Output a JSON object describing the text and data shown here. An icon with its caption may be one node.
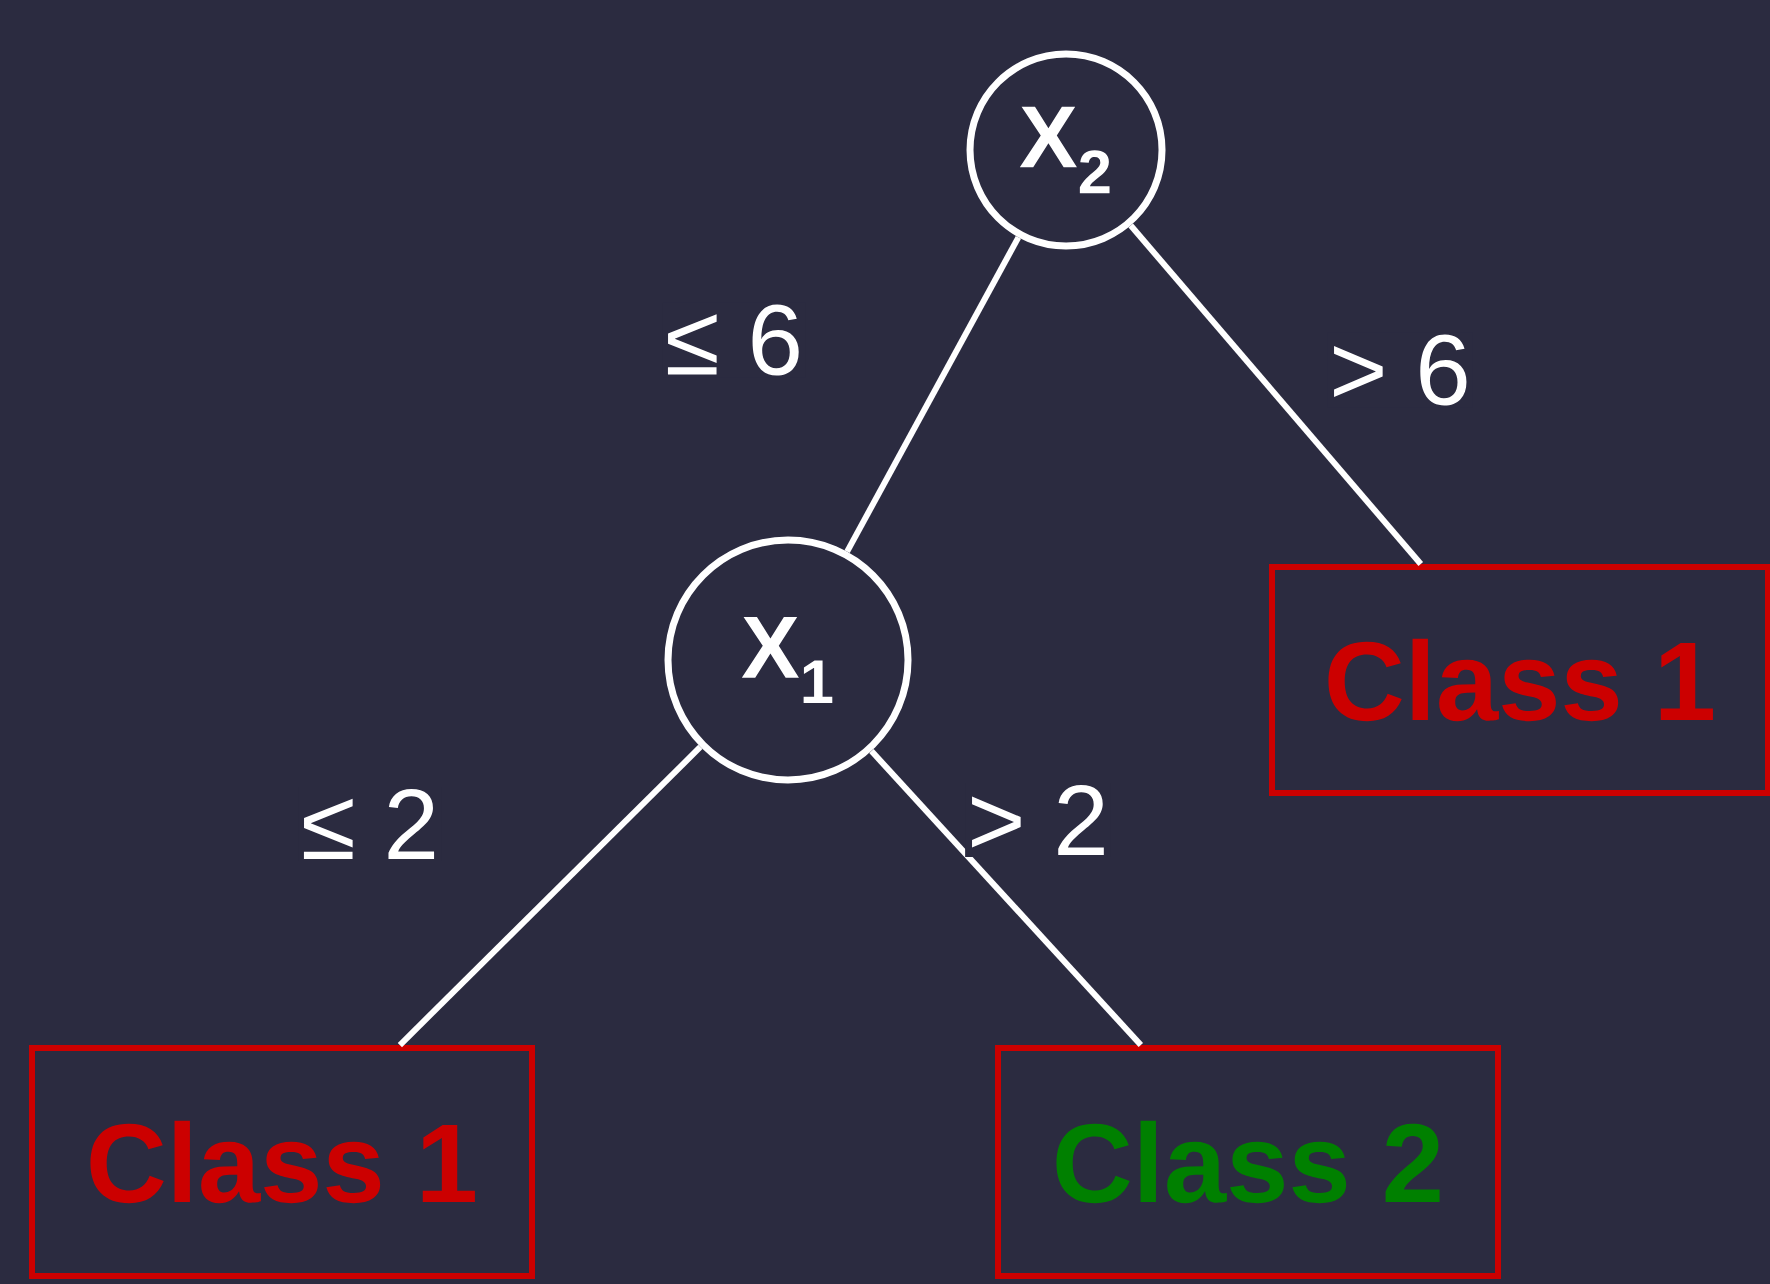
{
  "diagram": {
    "nodes": [
      {
        "text": [
          "X$_{2}$"
        ]
      },
      {
        "text": [
          "X$_{1}$"
        ]
      },
      {
        "text": [
          "Class 1"
        ]
      },
      {
        "text": [
          "Class 1"
        ]
      },
      {
        "text": [
          "Class 2"
        ]
      }
    ],
    "edges": [
      {
        "from": 0,
        "to": 1,
        "arrow": "none",
        "label": "≤ 6"
      },
      {
        "from": 0,
        "to": 2,
        "arrow": "none",
        "label": "> 6"
      },
      {
        "from": 1,
        "to": 3,
        "arrow": "none",
        "label": "≤ 2"
      },
      {
        "from": 1,
        "to": 4,
        "arrow": "none",
        "label": "> 2"
      }
    ]
  }
}
